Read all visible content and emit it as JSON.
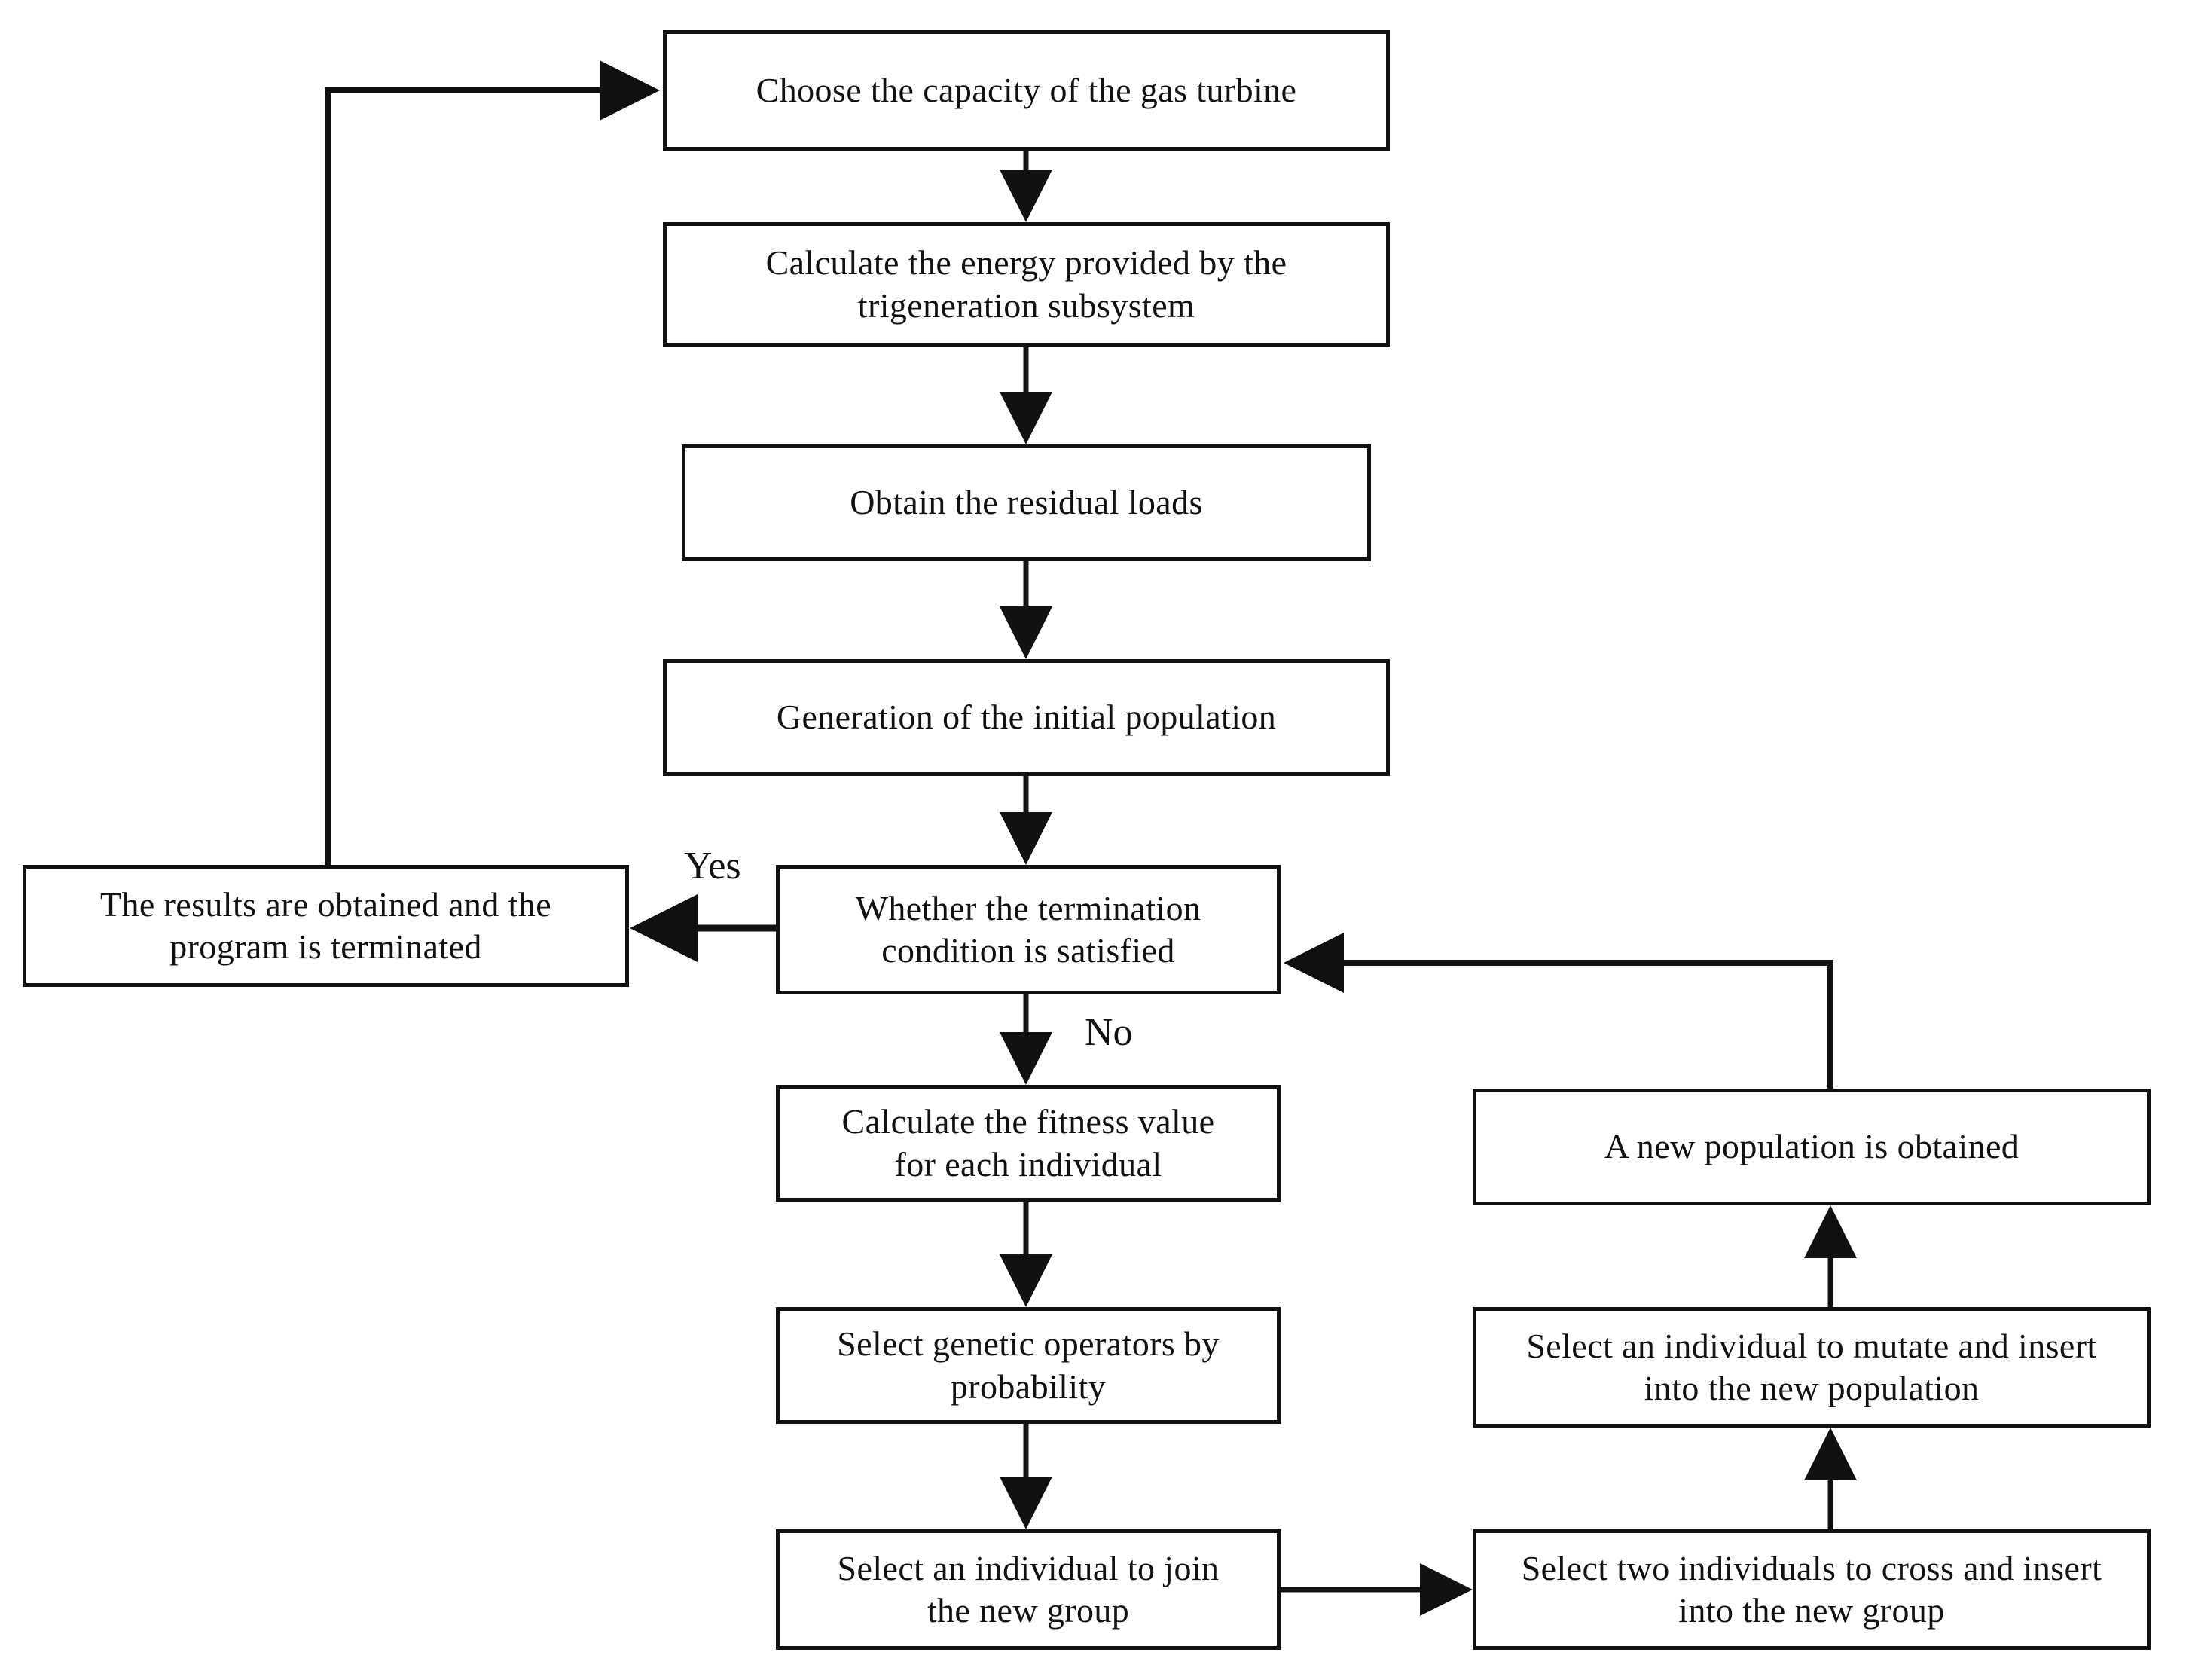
{
  "diagram": {
    "title": "Genetic algorithm optimization flowchart for trigeneration system",
    "type": "flowchart",
    "colors": {
      "stroke": "#111111",
      "fill": "#ffffff",
      "text": "#111111"
    },
    "nodes": [
      {
        "id": "choose-capacity",
        "label": "Choose the capacity of the gas turbine",
        "shape": "rectangle"
      },
      {
        "id": "calculate-energy",
        "label": "Calculate the energy provided by the\ntrigeneration subsystem",
        "shape": "rectangle"
      },
      {
        "id": "obtain-residual-loads",
        "label": "Obtain the residual loads",
        "shape": "rectangle"
      },
      {
        "id": "generate-initial-population",
        "label": "Generation of the initial population",
        "shape": "rectangle"
      },
      {
        "id": "termination-condition",
        "label": "Whether the termination\ncondition is satisfied",
        "shape": "rectangle"
      },
      {
        "id": "results-terminated",
        "label": "The results are obtained and the\nprogram is terminated",
        "shape": "rectangle"
      },
      {
        "id": "calculate-fitness",
        "label": "Calculate the fitness value\nfor each individual",
        "shape": "rectangle"
      },
      {
        "id": "select-genetic-operators",
        "label": "Select genetic operators by\nprobability",
        "shape": "rectangle"
      },
      {
        "id": "select-individual-join",
        "label": "Select an individual to join\nthe new group",
        "shape": "rectangle"
      },
      {
        "id": "new-population",
        "label": "A new population is obtained",
        "shape": "rectangle"
      },
      {
        "id": "select-individual-mutate",
        "label": "Select an individual to mutate and insert\ninto the new population",
        "shape": "rectangle"
      },
      {
        "id": "select-two-cross",
        "label": "Select two individuals to cross and insert\ninto the new group",
        "shape": "rectangle"
      }
    ],
    "edge_labels": [
      {
        "id": "yes-label",
        "text": "Yes"
      },
      {
        "id": "no-label",
        "text": "No"
      }
    ],
    "edges": [
      {
        "from": "choose-capacity",
        "to": "calculate-energy",
        "label": ""
      },
      {
        "from": "calculate-energy",
        "to": "obtain-residual-loads",
        "label": ""
      },
      {
        "from": "obtain-residual-loads",
        "to": "generate-initial-population",
        "label": ""
      },
      {
        "from": "generate-initial-population",
        "to": "termination-condition",
        "label": ""
      },
      {
        "from": "termination-condition",
        "to": "results-terminated",
        "label": "Yes"
      },
      {
        "from": "termination-condition",
        "to": "calculate-fitness",
        "label": "No"
      },
      {
        "from": "results-terminated",
        "to": "choose-capacity",
        "label": ""
      },
      {
        "from": "calculate-fitness",
        "to": "select-genetic-operators",
        "label": ""
      },
      {
        "from": "select-genetic-operators",
        "to": "select-individual-join",
        "label": ""
      },
      {
        "from": "select-individual-join",
        "to": "select-two-cross",
        "label": ""
      },
      {
        "from": "select-two-cross",
        "to": "select-individual-mutate",
        "label": ""
      },
      {
        "from": "select-individual-mutate",
        "to": "new-population",
        "label": ""
      },
      {
        "from": "new-population",
        "to": "termination-condition",
        "label": ""
      }
    ]
  }
}
